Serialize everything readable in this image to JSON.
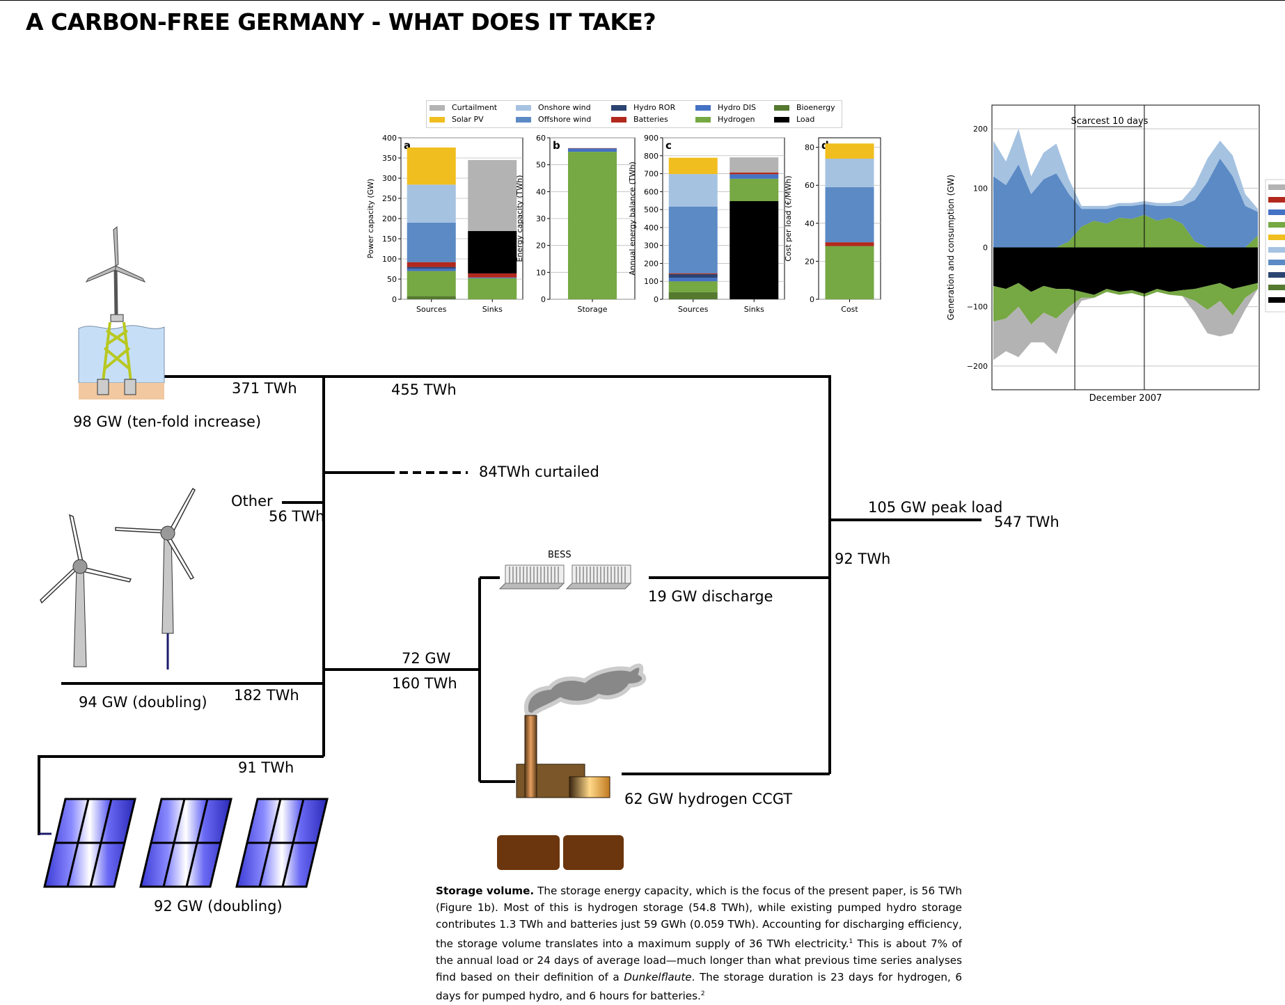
{
  "title": "A CARBON-FREE GERMANY - WHAT DOES IT TAKE?",
  "flows": {
    "offshore_energy": "371 TWh",
    "offshore_capacity": "98 GW (ten-fold increase)",
    "total_energy": "455 TWh",
    "curtailed": "84TWh curtailed",
    "other_label": "Other",
    "other_energy": "56 TWh",
    "onshore_capacity": "94 GW (doubling)",
    "onshore_energy": "182 TWh",
    "solar_energy": "91 TWh",
    "solar_capacity": "92 GW (doubling)",
    "peak_load": "105 GW peak load",
    "load_energy": "547 TWh",
    "storage_return": "92 TWh",
    "bess_label": "BESS",
    "bess_discharge": "19 GW discharge",
    "charge_power": "72 GW",
    "charge_energy": "160 TWh",
    "ccgt": "62 GW hydrogen CCGT"
  },
  "legend": [
    {
      "label": "Curtailment",
      "color": "#b3b3b3"
    },
    {
      "label": "Solar PV",
      "color": "#f0be1e"
    },
    {
      "label": "Onshore wind",
      "color": "#a5c2e1"
    },
    {
      "label": "Offshore wind",
      "color": "#5b8ac5"
    },
    {
      "label": "Hydro ROR",
      "color": "#2b4472"
    },
    {
      "label": "Batteries",
      "color": "#b2281c"
    },
    {
      "label": "Hydro DIS",
      "color": "#4472c4"
    },
    {
      "label": "Hydrogen",
      "color": "#76a843"
    },
    {
      "label": "Bioenergy",
      "color": "#54792f"
    },
    {
      "label": "Load",
      "color": "#000000"
    }
  ],
  "chart_data": [
    {
      "panel": "a",
      "type": "bar",
      "stacked": true,
      "ylabel": "Power capacity (GW)",
      "ylim": [
        0,
        400
      ],
      "yticks": [
        0,
        50,
        100,
        150,
        200,
        250,
        300,
        350,
        400
      ],
      "categories": [
        "Sources",
        "Sinks"
      ],
      "series": [
        {
          "name": "Bioenergy",
          "values": [
            8,
            0
          ]
        },
        {
          "name": "Hydrogen",
          "values": [
            62,
            52
          ]
        },
        {
          "name": "Hydro DIS",
          "values": [
            6,
            2
          ]
        },
        {
          "name": "Hydro ROR",
          "values": [
            4,
            0
          ]
        },
        {
          "name": "Batteries",
          "values": [
            12,
            10
          ]
        },
        {
          "name": "Offshore wind",
          "values": [
            98,
            0
          ]
        },
        {
          "name": "Onshore wind",
          "values": [
            94,
            0
          ]
        },
        {
          "name": "Solar PV",
          "values": [
            92,
            0
          ]
        },
        {
          "name": "Load",
          "values": [
            0,
            105
          ]
        },
        {
          "name": "Curtailment",
          "values": [
            0,
            176
          ]
        }
      ]
    },
    {
      "panel": "b",
      "type": "bar",
      "stacked": true,
      "ylabel": "Energy capacity (TWh)",
      "ylim": [
        0,
        60
      ],
      "yticks": [
        0,
        10,
        20,
        30,
        40,
        50,
        60
      ],
      "categories": [
        "Storage"
      ],
      "series": [
        {
          "name": "Hydrogen",
          "values": [
            54.8
          ]
        },
        {
          "name": "Hydro DIS",
          "values": [
            1.3
          ]
        },
        {
          "name": "Batteries",
          "values": [
            0.059
          ]
        }
      ]
    },
    {
      "panel": "c",
      "type": "bar",
      "stacked": true,
      "ylabel": "Annual energy balance (TWh)",
      "ylim": [
        0,
        900
      ],
      "yticks": [
        0,
        100,
        200,
        300,
        400,
        500,
        600,
        700,
        800,
        900
      ],
      "categories": [
        "Sources",
        "Sinks"
      ],
      "series": [
        {
          "name": "Bioenergy",
          "values": [
            40,
            0
          ]
        },
        {
          "name": "Hydrogen",
          "values": [
            60,
            0
          ]
        },
        {
          "name": "Hydro DIS",
          "values": [
            20,
            0
          ]
        },
        {
          "name": "Hydro ROR",
          "values": [
            20,
            0
          ]
        },
        {
          "name": "Batteries",
          "values": [
            5,
            0
          ]
        },
        {
          "name": "Load",
          "values": [
            0,
            547
          ]
        },
        {
          "name": "Hydrogen sink",
          "values": [
            0,
            125
          ]
        },
        {
          "name": "Hydro DIS sink",
          "values": [
            0,
            25
          ]
        },
        {
          "name": "Batteries sink",
          "values": [
            0,
            10
          ]
        },
        {
          "name": "Offshore wind",
          "values": [
            371,
            0
          ]
        },
        {
          "name": "Onshore wind",
          "values": [
            182,
            0
          ]
        },
        {
          "name": "Solar PV",
          "values": [
            91,
            0
          ]
        },
        {
          "name": "Curtailment",
          "values": [
            0,
            84
          ]
        }
      ]
    },
    {
      "panel": "d",
      "type": "bar",
      "stacked": true,
      "ylabel": "Cost per load (€/MWh)",
      "ylim": [
        0,
        85
      ],
      "yticks": [
        0,
        20,
        40,
        60,
        80
      ],
      "categories": [
        "Cost"
      ],
      "series": [
        {
          "name": "Hydrogen",
          "values": [
            28
          ]
        },
        {
          "name": "Batteries",
          "values": [
            2
          ]
        },
        {
          "name": "Offshore wind",
          "values": [
            29
          ]
        },
        {
          "name": "Onshore wind",
          "values": [
            15
          ]
        },
        {
          "name": "Solar PV",
          "values": [
            8
          ]
        }
      ]
    },
    {
      "panel": "timeseries",
      "type": "area",
      "ylabel": "Generation and consumption (GW)",
      "xlabel": "December 2007",
      "annotation": "Scarcest 10 days",
      "ylim": [
        -240,
        240
      ],
      "yticks": [
        -200,
        -100,
        0,
        100,
        200
      ],
      "series": [
        {
          "name": "Offshore wind",
          "values": [
            120,
            105,
            140,
            90,
            115,
            125,
            80,
            30,
            20,
            25,
            20,
            22,
            18,
            25,
            20,
            30,
            70,
            110,
            150,
            120,
            70,
            40
          ]
        },
        {
          "name": "Onshore wind",
          "values": [
            60,
            40,
            60,
            30,
            45,
            50,
            25,
            5,
            5,
            5,
            5,
            5,
            5,
            5,
            5,
            10,
            25,
            40,
            30,
            35,
            20,
            5
          ]
        },
        {
          "name": "Hydrogen",
          "values": [
            0,
            0,
            0,
            0,
            0,
            0,
            10,
            35,
            45,
            40,
            50,
            48,
            55,
            45,
            50,
            40,
            10,
            0,
            0,
            0,
            0,
            20
          ]
        },
        {
          "name": "Load",
          "values": [
            -65,
            -70,
            -60,
            -75,
            -65,
            -70,
            -70,
            -75,
            -80,
            -70,
            -75,
            -72,
            -78,
            -70,
            -75,
            -72,
            -70,
            -65,
            -60,
            -70,
            -65,
            -60
          ]
        },
        {
          "name": "Hydrogen sink",
          "values": [
            -60,
            -50,
            -40,
            -55,
            -45,
            -50,
            -30,
            -10,
            -5,
            -5,
            -5,
            -5,
            -5,
            -5,
            -5,
            -10,
            -20,
            -40,
            -30,
            -45,
            -20,
            -10
          ]
        },
        {
          "name": "Curtailment",
          "values": [
            -65,
            -55,
            -85,
            -30,
            -50,
            -60,
            -25,
            -5,
            0,
            0,
            0,
            0,
            0,
            0,
            0,
            0,
            -20,
            -40,
            -60,
            -30,
            -20,
            0
          ]
        }
      ]
    }
  ],
  "paragraph": {
    "lead": "Storage volume.",
    "text1": " The storage energy capacity, which is the focus of the present paper, is 56 TWh (Figure 1b). Most of this is hydrogen storage (54.8 TWh), while existing pumped hydro storage contributes 1.3 TWh and batteries just 59 GWh (0.059 TWh). Accounting for discharging efficiency, the storage volume translates into a maximum supply of 36 TWh electricity.",
    "sup1": "1",
    "text2": " This is about 7% of the annual load or 24 days of average load—much longer than what previous time series analyses find based on their definition of a ",
    "italic": "Dunkelflaute",
    "text3": ". The storage duration is 23 days for hydrogen, 6 days for pumped hydro, and 6 hours for batteries.",
    "sup2": "2"
  }
}
